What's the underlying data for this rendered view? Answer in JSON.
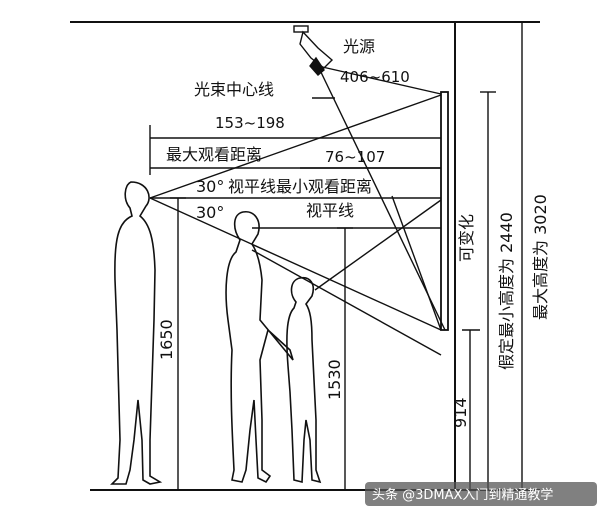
{
  "labels": {
    "light_source": "光源",
    "beam_center_line": "光束中心线",
    "range_406_610": "406~610",
    "range_153_198": "153~198",
    "max_viewing_distance": "最大观看距离",
    "range_76_107": "76~107",
    "angle_upper": "30°",
    "sightline_min_distance": "视平线最小观看距离",
    "angle_lower": "30°",
    "sightline": "视平线",
    "height_1650": "1650",
    "height_1530": "1530",
    "height_914": "914",
    "variable": "可变化",
    "assumed_min_height": "假定最小高度为 2440",
    "max_height": "最大高度为 3020"
  },
  "watermark": "头条 @3DMAX入门到精通教学",
  "colors": {
    "line": "#111111",
    "background": "#ffffff",
    "watermark_bg": "#555555"
  }
}
